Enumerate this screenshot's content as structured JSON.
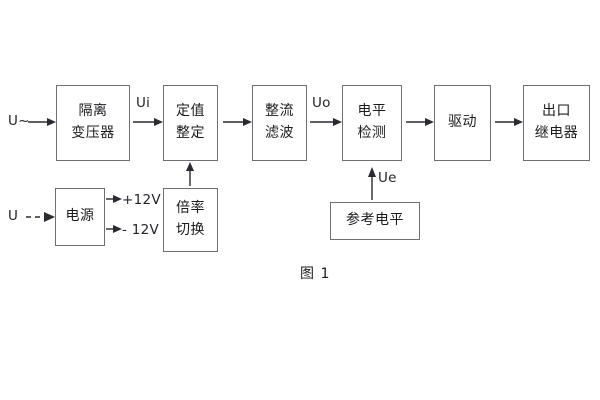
{
  "figure": {
    "caption": "图 1",
    "blocks": [
      {
        "id": "isolation-transformer",
        "lines": [
          "隔离",
          "变压器"
        ]
      },
      {
        "id": "setting-value",
        "lines": [
          "定值",
          "整定"
        ]
      },
      {
        "id": "rectifier-filter",
        "lines": [
          "整流",
          "滤波"
        ]
      },
      {
        "id": "level-detection",
        "lines": [
          "电平",
          "检测"
        ]
      },
      {
        "id": "drive",
        "lines": [
          "驱动"
        ]
      },
      {
        "id": "output-relay",
        "lines": [
          "出口",
          "继电器"
        ]
      },
      {
        "id": "power-supply",
        "lines": [
          "电源"
        ]
      },
      {
        "id": "multiplier-switch",
        "lines": [
          "倍率",
          "切换"
        ]
      },
      {
        "id": "reference-level",
        "lines": [
          "参考电平"
        ]
      }
    ],
    "signals": {
      "input_ac": "U~",
      "input_dc": "U",
      "ui": "Ui",
      "uo": "Uo",
      "ue": "Ue",
      "rail_pos": "+12V",
      "rail_neg": "- 12V"
    }
  }
}
